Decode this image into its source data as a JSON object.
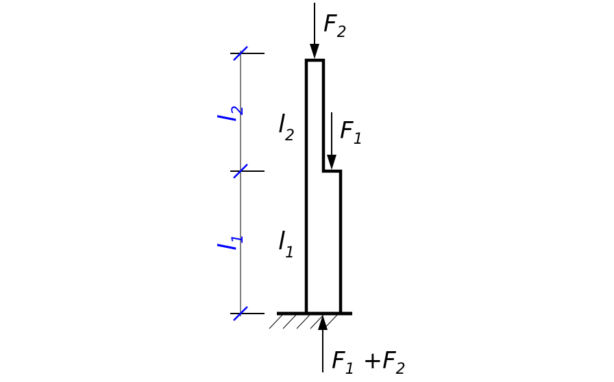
{
  "forces": {
    "f2": {
      "base": "F",
      "sub": "2"
    },
    "f1": {
      "base": "F",
      "sub": "1"
    },
    "reaction": {
      "base1": "F",
      "sub1": "1",
      "plus": "+",
      "base2": "F",
      "sub2": "2"
    }
  },
  "sections": {
    "upper": {
      "base": "l",
      "sub": "2"
    },
    "lower": {
      "base": "l",
      "sub": "1"
    }
  },
  "dimensions": {
    "upper": {
      "base": "l",
      "sub": "2"
    },
    "lower": {
      "base": "l",
      "sub": "1"
    }
  },
  "colors": {
    "structure": "#000000",
    "dimension_marks": "#0000ff"
  }
}
